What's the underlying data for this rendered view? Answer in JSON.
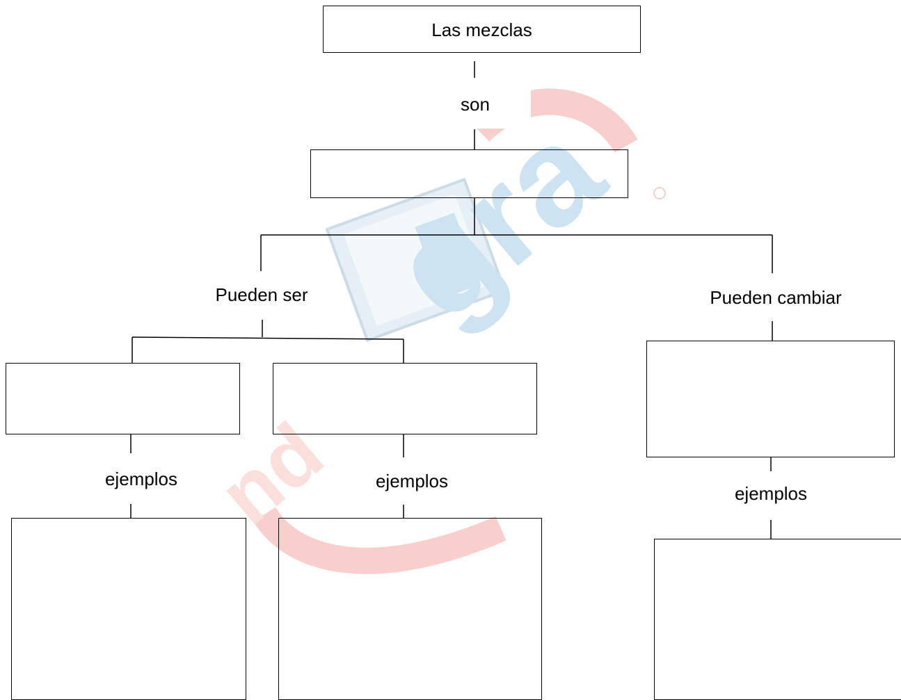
{
  "diagram": {
    "root": "Las mezclas",
    "link_son": "son",
    "branch_left": "Pueden ser",
    "branch_right": "Pueden cambiar",
    "examples": [
      "ejemplos",
      "ejemplos",
      "ejemplos"
    ],
    "watermark_text": "gra"
  },
  "colors": {
    "line": "#000000",
    "watermark_red": "#e8453c",
    "watermark_blue": "#3a8fc4"
  }
}
